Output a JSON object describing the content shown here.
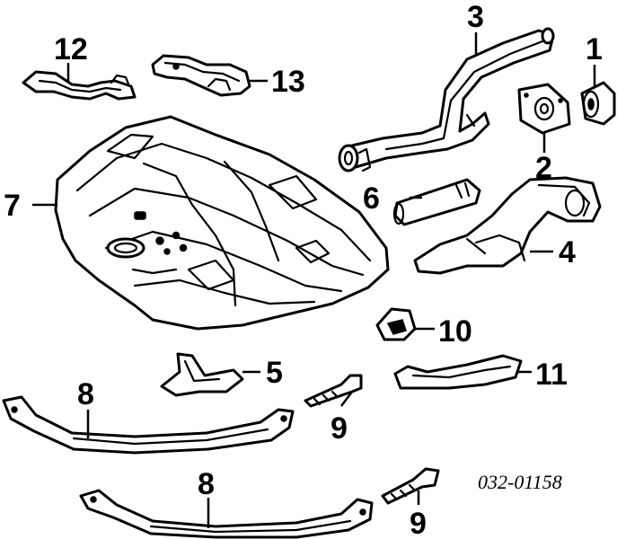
{
  "callouts": {
    "c1": "1",
    "c2": "2",
    "c3": "3",
    "c4": "4",
    "c5": "5",
    "c6": "6",
    "c7": "7",
    "c8a": "8",
    "c8b": "8",
    "c9a": "9",
    "c9b": "9",
    "c10": "10",
    "c11": "11",
    "c12": "12",
    "c13": "13"
  },
  "diagram_code": "032-01158",
  "icons": [
    "fuel-tank-icon",
    "filler-pipe-icon",
    "tank-strap-icon",
    "bushing-icon",
    "bracket-icon"
  ]
}
